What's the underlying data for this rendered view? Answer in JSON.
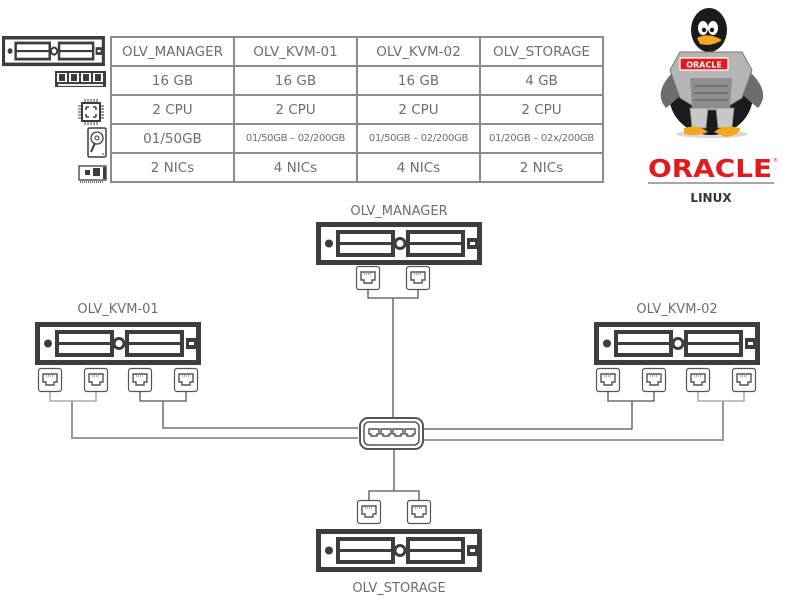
{
  "spec_table": {
    "row_icons": [
      "server-icon",
      "ram-module-icon",
      "cpu-chip-icon",
      "hard-disk-icon",
      "network-card-icon"
    ],
    "headers": [
      "OLV_MANAGER",
      "OLV_KVM-01",
      "OLV_KVM-02",
      "OLV_STORAGE"
    ],
    "rows": [
      {
        "name": "memory",
        "icon": "ram-module-icon",
        "values": [
          "16 GB",
          "16 GB",
          "16 GB",
          "4 GB"
        ]
      },
      {
        "name": "cpu",
        "icon": "cpu-chip-icon",
        "values": [
          "2 CPU",
          "2 CPU",
          "2 CPU",
          "2 CPU"
        ]
      },
      {
        "name": "disk",
        "icon": "hard-disk-icon",
        "values": [
          "01/50GB",
          "01/50GB – 02/200GB",
          "01/50GB – 02/200GB",
          "01/20GB – 02x/200GB"
        ]
      },
      {
        "name": "nics",
        "icon": "network-card-icon",
        "values": [
          "2 NICs",
          "4 NICs",
          "4 NICs",
          "2 NICs"
        ]
      }
    ]
  },
  "logo": {
    "mascot": "armored-penguin-mascot",
    "chest_badge": "ORACLE",
    "brand": "ORACLE",
    "registered_mark": "®",
    "product": "LINUX",
    "brand_color": "#e3191b"
  },
  "topology": {
    "nodes": [
      {
        "id": "manager",
        "label": "OLV_MANAGER",
        "ports": 2
      },
      {
        "id": "kvm01",
        "label": "OLV_KVM-01",
        "ports": 4
      },
      {
        "id": "kvm02",
        "label": "OLV_KVM-02",
        "ports": 4
      },
      {
        "id": "storage",
        "label": "OLV_STORAGE",
        "ports": 2
      }
    ],
    "switch": {
      "name": "network-switch",
      "ports": 4
    },
    "colors": {
      "device": "#3d3d3d",
      "link_dark": "#555555",
      "link_light": "#9a9a9a",
      "label": "#6e6e6e"
    }
  }
}
